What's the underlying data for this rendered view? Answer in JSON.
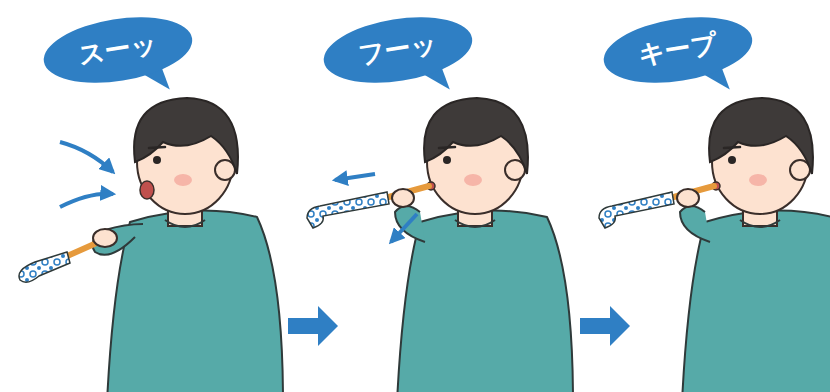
{
  "diagram": {
    "nodes": [
      {
        "text": [
          "スーッ"
        ]
      },
      {
        "text": [
          "フーッ"
        ]
      },
      {
        "text": [
          "キープ"
        ]
      }
    ]
  }
}
